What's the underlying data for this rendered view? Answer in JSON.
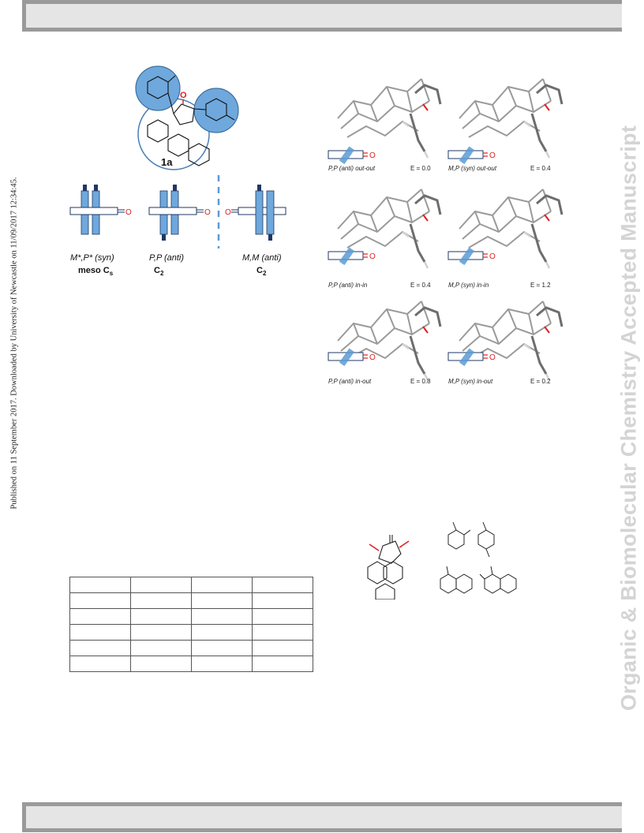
{
  "margin_left": "Published on 11 September 2017. Downloaded by University of Newcastle on 11/09/2017 12:34:45.",
  "margin_right": "Organic & Biomolecular Chemistry Accepted Manuscript",
  "figure_1a": {
    "compound_label": "1a",
    "oxygen": "O"
  },
  "figure_forms": {
    "oxygen": "O",
    "forms": [
      {
        "name": "M*,P* (syn)",
        "symmetry": "meso C",
        "subscript": "s"
      },
      {
        "name": "P,P (anti)",
        "symmetry": "C",
        "subscript": "2"
      },
      {
        "name": "M,M (anti)",
        "symmetry": "C",
        "subscript": "2"
      }
    ]
  },
  "figure_conformers": {
    "oxygen": "O",
    "panels": [
      {
        "label": "P,P (anti) out-out",
        "energy": "E = 0.0"
      },
      {
        "label": "M,P (syn) out-out",
        "energy": "E = 0.4"
      },
      {
        "label": "P,P (anti) in-in",
        "energy": "E = 0.4"
      },
      {
        "label": "M,P (syn) in-in",
        "energy": "E = 1.2"
      },
      {
        "label": "P,P (anti) in-out",
        "energy": "E = 0.8"
      },
      {
        "label": "M,P (syn) in-out",
        "energy": "E = 0.2"
      }
    ]
  },
  "colors": {
    "accent_blue": "#5b9bd5",
    "dark_blue": "#1f3864",
    "red": "#e02020",
    "bar_gray": "#9a9a9a"
  }
}
